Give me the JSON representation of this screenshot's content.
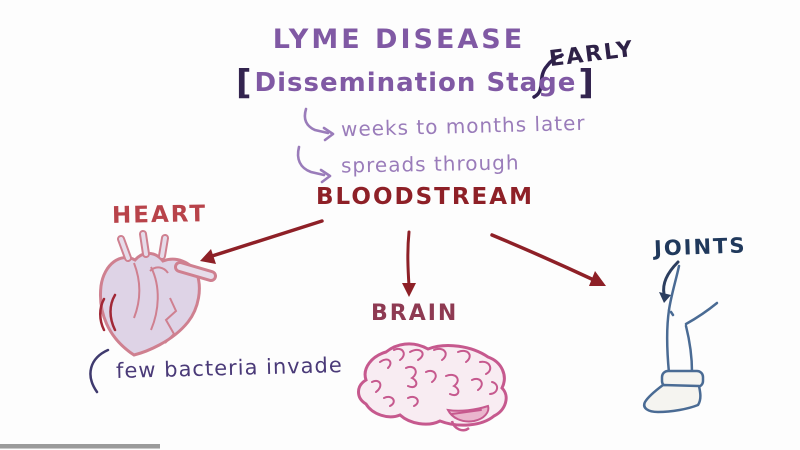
{
  "header": {
    "title": "LYME DISEASE",
    "stage_bracket_open": "[",
    "stage": "Dissemination Stage",
    "stage_bracket_close": "]",
    "stage_tag": "EARLY"
  },
  "notes": [
    {
      "text": "weeks to months later"
    },
    {
      "text": "spreads through"
    }
  ],
  "bloodstream": {
    "label": "BLOODSTREAM"
  },
  "targets": {
    "heart": {
      "label": "HEART",
      "caption": "few bacteria invade"
    },
    "brain": {
      "label": "BRAIN"
    },
    "joints": {
      "label": "JOINTS"
    }
  },
  "colors": {
    "title_purple": "#8059a4",
    "bracket_dark_purple": "#33244f",
    "note_light_purple": "#9a7cba",
    "caption_purple": "#4a3a78",
    "bloodstream_dark_red": "#8e2027",
    "arrow_dark_red": "#8e2027",
    "heart_label_red": "#b8434a",
    "heart_outline_pink": "#cf8090",
    "heart_fill_lavender": "#ded3e6",
    "brain_outline_pink": "#c6598e",
    "brain_fill": "#f8ecf2",
    "brain_label_maroon": "#8e3a52",
    "joints_label_navy": "#20395c",
    "leg_outline_blue": "#4a6b94",
    "progress_bar_gray": "#9b9b9b"
  }
}
